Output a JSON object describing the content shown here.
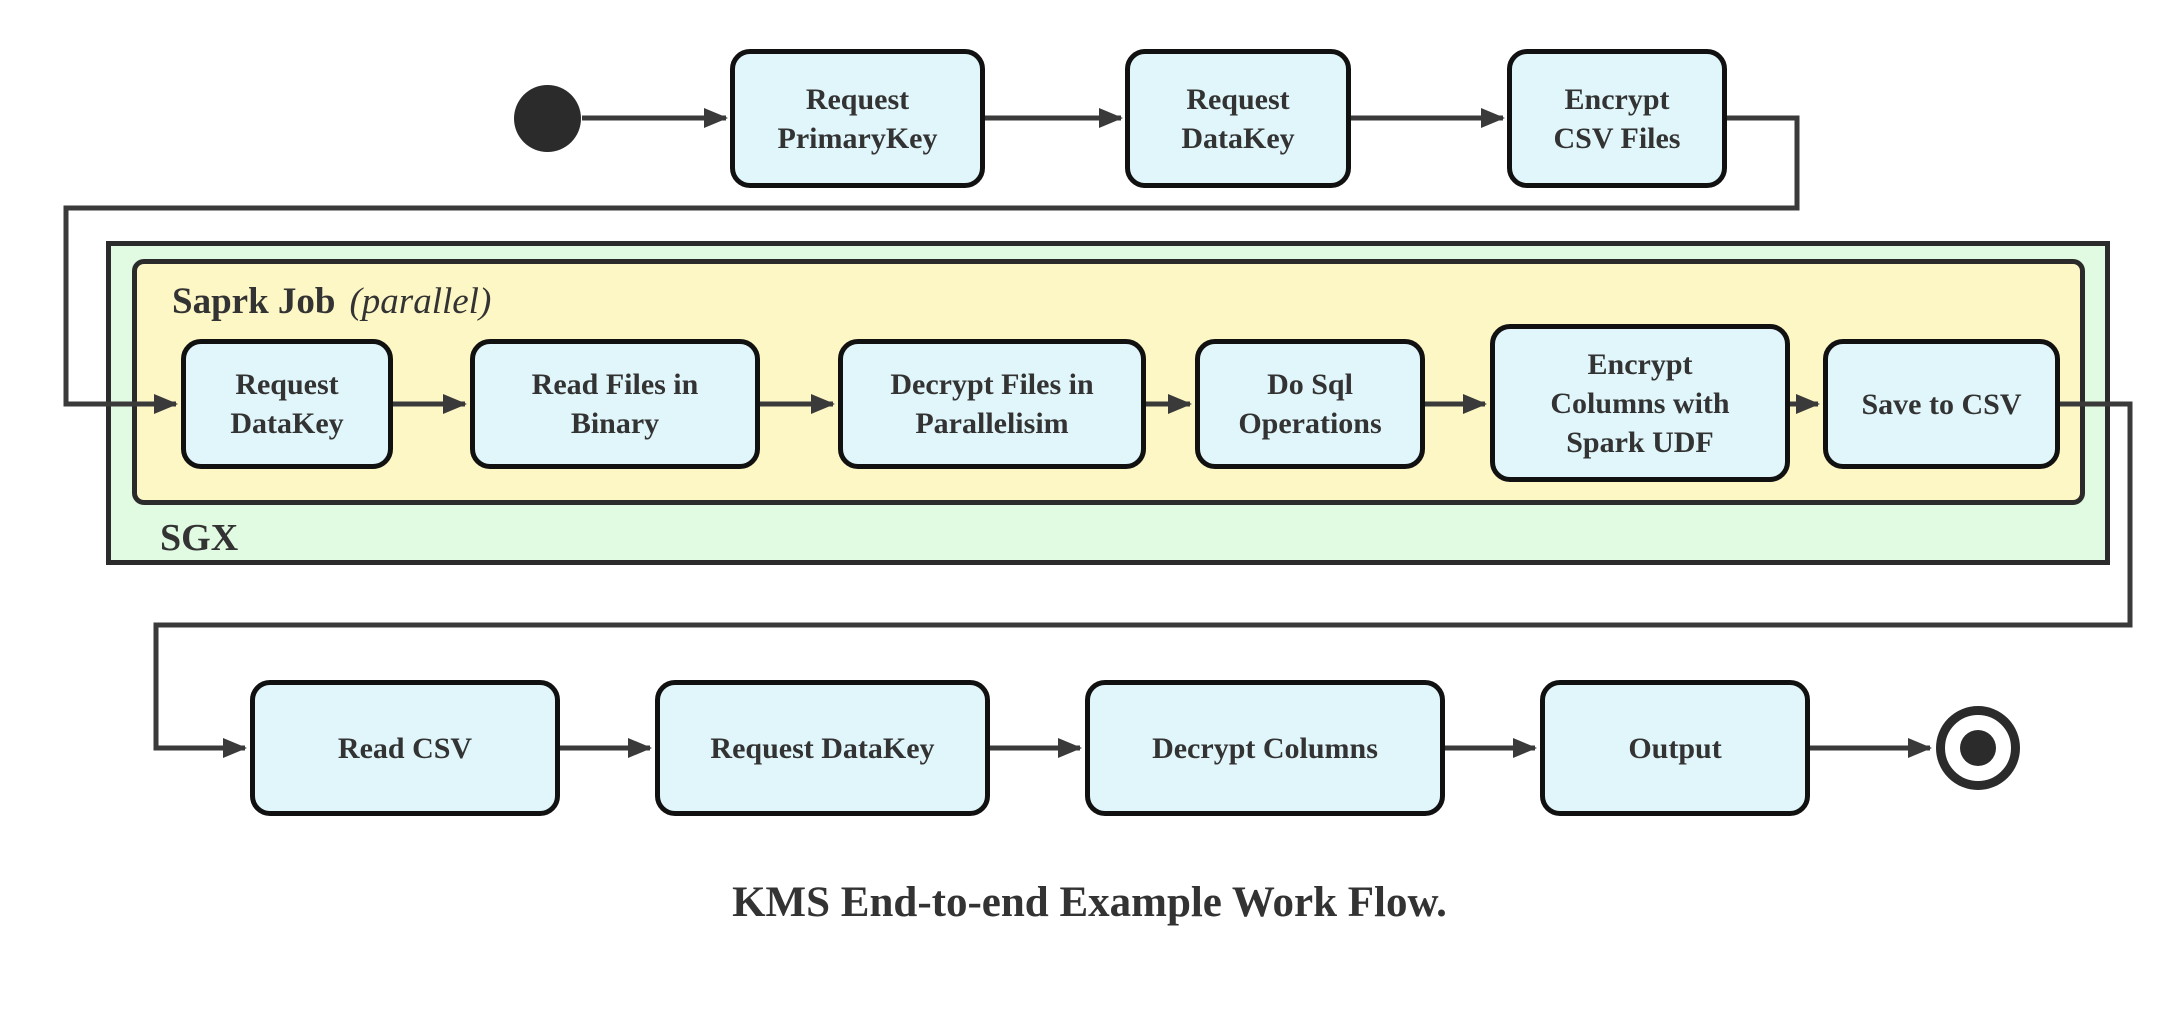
{
  "caption": "KMS End-to-end Example Work Flow.",
  "colors": {
    "node_fill": "#e0f6fa",
    "node_border": "#111111",
    "sgx_fill": "#e1fae2",
    "spark_fill": "#fdf7c5",
    "container_border": "#2b2b2b",
    "edge": "#3a3a3a",
    "terminal": "#2b2b2b",
    "text": "#333333"
  },
  "flow": {
    "top": {
      "request_primarykey": "Request\nPrimaryKey",
      "request_datakey": "Request\nDataKey",
      "encrypt_csv_files": "Encrypt\nCSV Files"
    },
    "sgx": {
      "label": "SGX",
      "spark_job": {
        "label": "Saprk Job",
        "qualifier": "(parallel)",
        "request_datakey": "Request\nDataKey",
        "read_files_in_binary": "Read Files in\nBinary",
        "decrypt_files_in_parallelisim": "Decrypt Files in\nParallelisim",
        "do_sql_operations": "Do Sql\nOperations",
        "encrypt_columns_with_spark_udf": "Encrypt\nColumns with\nSpark UDF",
        "save_to_csv": "Save to CSV"
      }
    },
    "bottom": {
      "read_csv": "Read CSV",
      "request_datakey": "Request DataKey",
      "decrypt_columns": "Decrypt Columns",
      "output": "Output"
    }
  }
}
